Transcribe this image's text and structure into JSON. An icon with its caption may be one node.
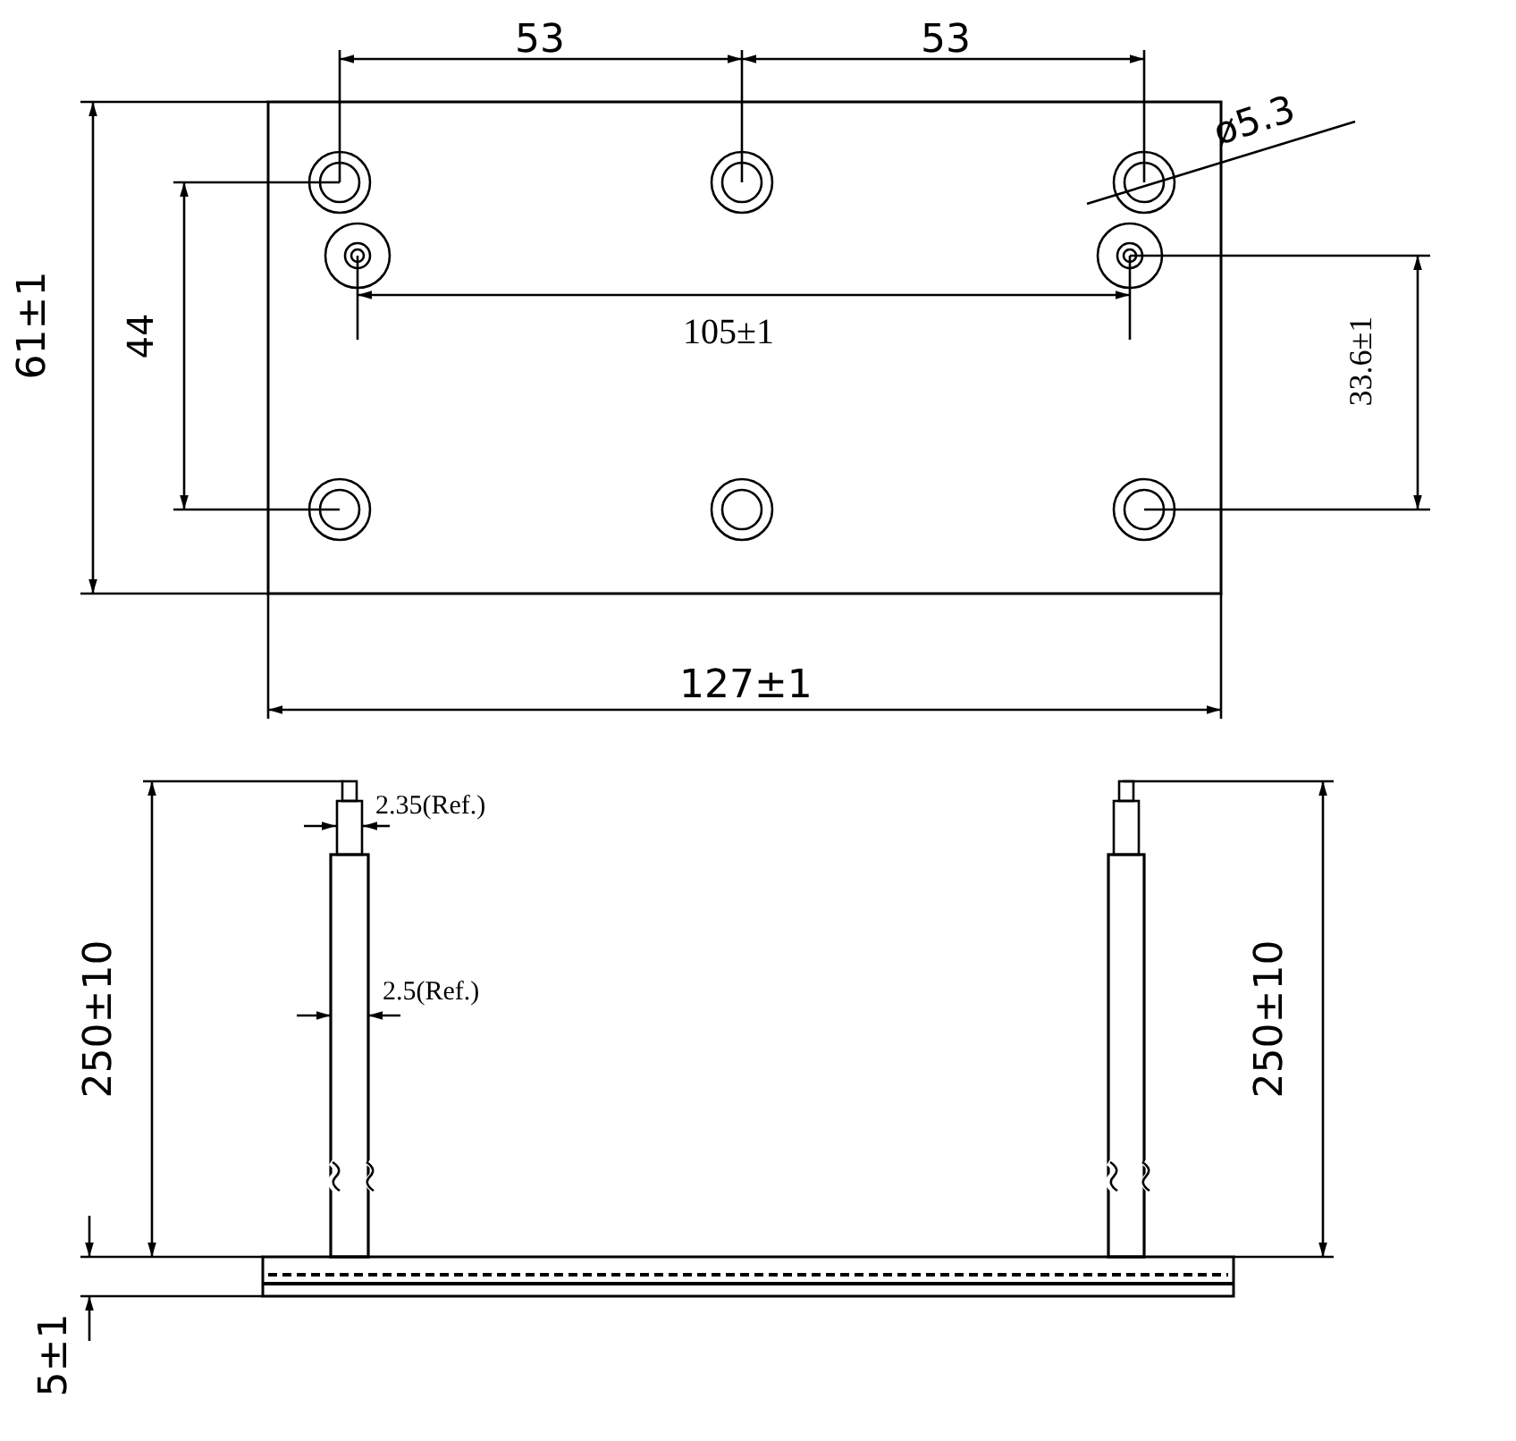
{
  "diagram": {
    "labels": [
      "53",
      "53",
      "ø5.3",
      "61±1",
      "44",
      "105±1",
      "33.6±1",
      "127±1",
      "2.35(Ref.)",
      "2.5(Ref.)",
      "250±10",
      "250±10",
      "5±1"
    ]
  }
}
